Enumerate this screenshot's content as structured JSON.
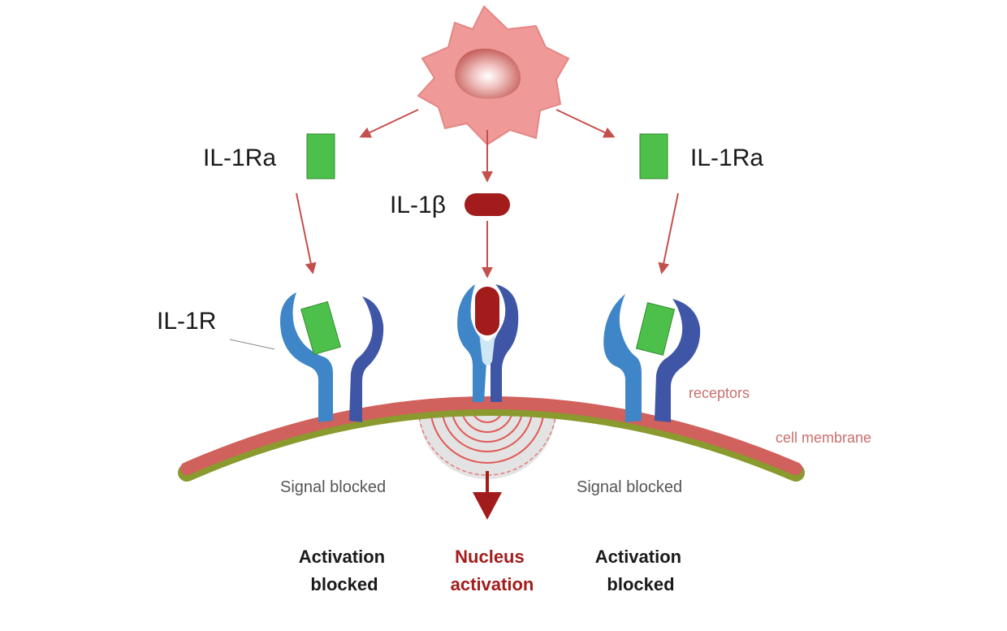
{
  "labels": {
    "il1ra_left": "IL-1Ra",
    "il1ra_right": "IL-1Ra",
    "il1b": "IL-1β",
    "il1r": "IL-1R",
    "receptors": "receptors",
    "cell_membrane": "cell membrane",
    "signal_blocked_left": "Signal blocked",
    "signal_blocked_right": "Signal blocked"
  },
  "outcomes": {
    "left": [
      "Activation",
      "blocked"
    ],
    "center": [
      "Nucleus",
      "activation"
    ],
    "right": [
      "Activation",
      "blocked"
    ]
  },
  "colors": {
    "antagonist": "#4cc04a",
    "ligand": "#a31c1c",
    "receptor_light": "#3f86c8",
    "receptor_dark": "#3f56a6",
    "membrane": "#d0615c",
    "membrane_inner": "#8a9a2e",
    "arrow": "#c4504c",
    "cell": "#ef9a98"
  }
}
